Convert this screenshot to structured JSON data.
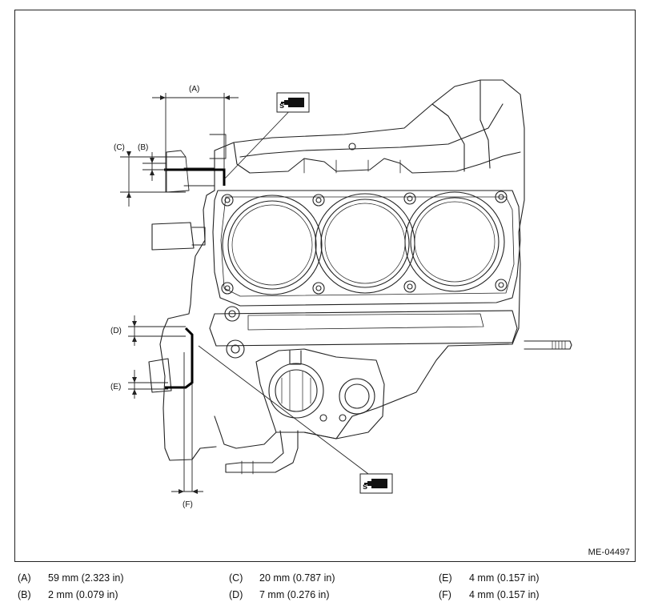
{
  "figure_code": "ME-04497",
  "callouts": [
    "(A)",
    "(B)",
    "(C)",
    "(D)",
    "(E)",
    "(F)"
  ],
  "legend": [
    {
      "key": "(A)",
      "value": "59 mm (2.323 in)"
    },
    {
      "key": "(B)",
      "value": "2 mm (0.079 in)"
    },
    {
      "key": "(C)",
      "value": "20 mm (0.787 in)"
    },
    {
      "key": "(D)",
      "value": "7 mm (0.276 in)"
    },
    {
      "key": "(E)",
      "value": "4 mm (0.157 in)"
    },
    {
      "key": "(F)",
      "value": "4 mm (0.157 in)"
    }
  ],
  "icons": [
    "sealant-tube-icon",
    "sealant-tube-icon"
  ]
}
